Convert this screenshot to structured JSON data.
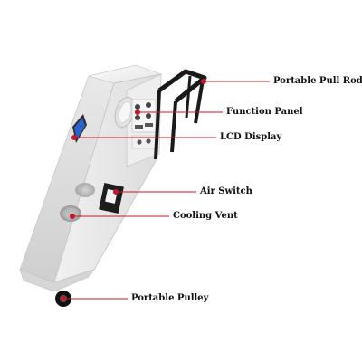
{
  "labels": {
    "portable_pull_rod": "Portable Pull Rod",
    "function_panel": "Function Panel",
    "lcd_display": "LCD Display",
    "air_switch": "Air Switch",
    "cooling_vent": "Cooling Vent",
    "portable_pulley": "Portable Pulley"
  },
  "colors": {
    "leader_line": "#c4182a",
    "leader_dot": "#c4182a",
    "body_light": "#f4f4f4",
    "body_shade": "#d9d9d9",
    "handle": "#1a1a1a",
    "lcd_screen": "#2a62c9"
  }
}
